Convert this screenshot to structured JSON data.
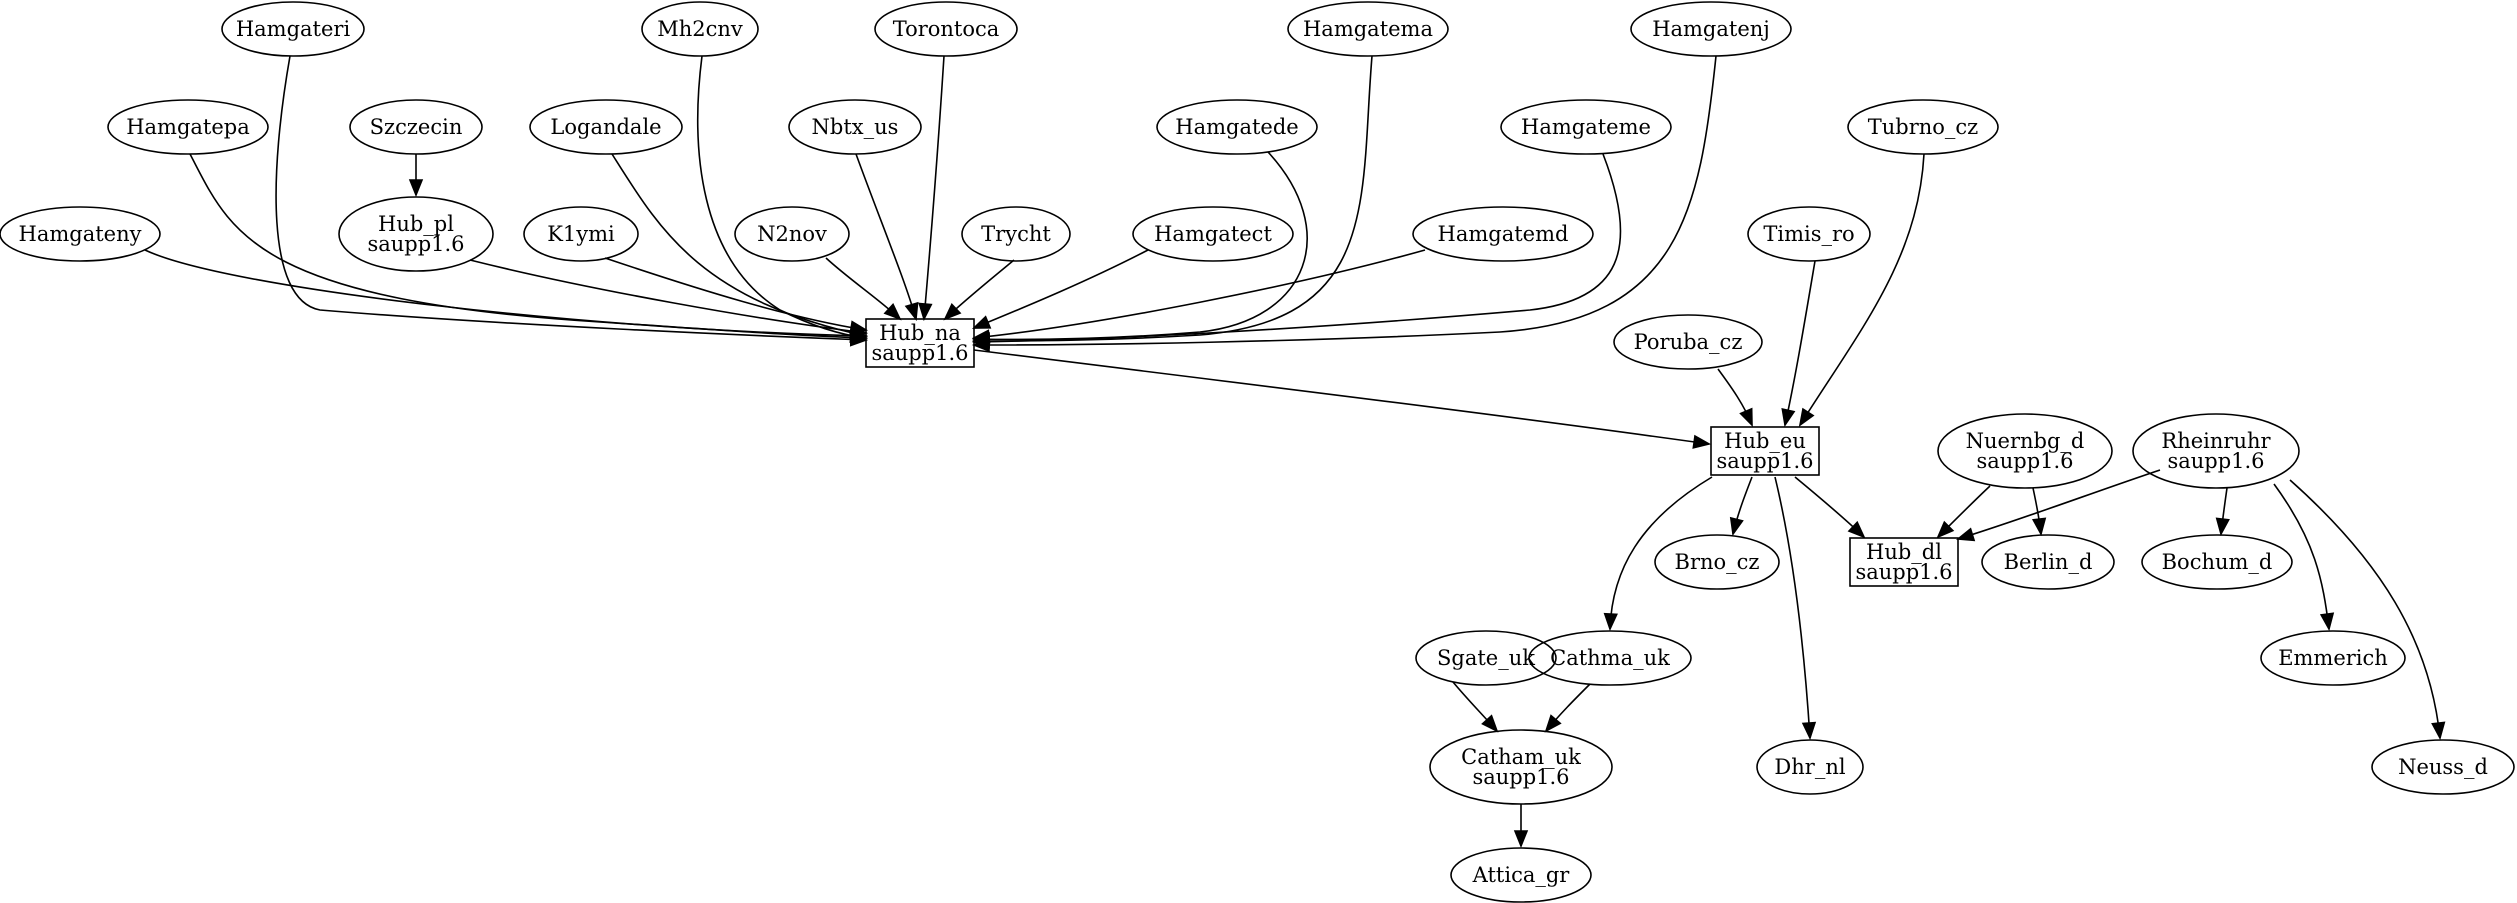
{
  "nodes": [
    {
      "id": "hamgateri",
      "shape": "ellipse",
      "lines": [
        "Hamgateri"
      ]
    },
    {
      "id": "mh2cnv",
      "shape": "ellipse",
      "lines": [
        "Mh2cnv"
      ]
    },
    {
      "id": "torontoca",
      "shape": "ellipse",
      "lines": [
        "Torontoca"
      ]
    },
    {
      "id": "hamgatema",
      "shape": "ellipse",
      "lines": [
        "Hamgatema"
      ]
    },
    {
      "id": "hamgatenj",
      "shape": "ellipse",
      "lines": [
        "Hamgatenj"
      ]
    },
    {
      "id": "hamgatepa",
      "shape": "ellipse",
      "lines": [
        "Hamgatepa"
      ]
    },
    {
      "id": "szczecin",
      "shape": "ellipse",
      "lines": [
        "Szczecin"
      ]
    },
    {
      "id": "logandale",
      "shape": "ellipse",
      "lines": [
        "Logandale"
      ]
    },
    {
      "id": "nbtx_us",
      "shape": "ellipse",
      "lines": [
        "Nbtx_us"
      ]
    },
    {
      "id": "hamgatede",
      "shape": "ellipse",
      "lines": [
        "Hamgatede"
      ]
    },
    {
      "id": "hamgateme",
      "shape": "ellipse",
      "lines": [
        "Hamgateme"
      ]
    },
    {
      "id": "tubrno_cz",
      "shape": "ellipse",
      "lines": [
        "Tubrno_cz"
      ]
    },
    {
      "id": "hamgateny",
      "shape": "ellipse",
      "lines": [
        "Hamgateny"
      ]
    },
    {
      "id": "hub_pl",
      "shape": "ellipse",
      "lines": [
        "Hub_pl",
        "saupp1.6"
      ]
    },
    {
      "id": "k1ymi",
      "shape": "ellipse",
      "lines": [
        "K1ymi"
      ]
    },
    {
      "id": "n2nov",
      "shape": "ellipse",
      "lines": [
        "N2nov"
      ]
    },
    {
      "id": "trycht",
      "shape": "ellipse",
      "lines": [
        "Trycht"
      ]
    },
    {
      "id": "hamgatect",
      "shape": "ellipse",
      "lines": [
        "Hamgatect"
      ]
    },
    {
      "id": "hamgatemd",
      "shape": "ellipse",
      "lines": [
        "Hamgatemd"
      ]
    },
    {
      "id": "timis_ro",
      "shape": "ellipse",
      "lines": [
        "Timis_ro"
      ]
    },
    {
      "id": "hub_na",
      "shape": "box",
      "lines": [
        "Hub_na",
        "saupp1.6"
      ]
    },
    {
      "id": "poruba_cz",
      "shape": "ellipse",
      "lines": [
        "Poruba_cz"
      ]
    },
    {
      "id": "hub_eu",
      "shape": "box",
      "lines": [
        "Hub_eu",
        "saupp1.6"
      ]
    },
    {
      "id": "nuernbg_d",
      "shape": "ellipse",
      "lines": [
        "Nuernbg_d",
        "saupp1.6"
      ]
    },
    {
      "id": "rheinruhr",
      "shape": "ellipse",
      "lines": [
        "Rheinruhr",
        "saupp1.6"
      ]
    },
    {
      "id": "brno_cz",
      "shape": "ellipse",
      "lines": [
        "Brno_cz"
      ]
    },
    {
      "id": "hub_dl",
      "shape": "box",
      "lines": [
        "Hub_dl",
        "saupp1.6"
      ]
    },
    {
      "id": "berlin_d",
      "shape": "ellipse",
      "lines": [
        "Berlin_d"
      ]
    },
    {
      "id": "bochum_d",
      "shape": "ellipse",
      "lines": [
        "Bochum_d"
      ]
    },
    {
      "id": "sgate_uk",
      "shape": "ellipse",
      "lines": [
        "Sgate_uk"
      ]
    },
    {
      "id": "cathma_uk",
      "shape": "ellipse",
      "lines": [
        "Cathma_uk"
      ]
    },
    {
      "id": "emmerich",
      "shape": "ellipse",
      "lines": [
        "Emmerich"
      ]
    },
    {
      "id": "catham_uk",
      "shape": "ellipse",
      "lines": [
        "Catham_uk",
        "saupp1.6"
      ]
    },
    {
      "id": "dhr_nl",
      "shape": "ellipse",
      "lines": [
        "Dhr_nl"
      ]
    },
    {
      "id": "neuss_d",
      "shape": "ellipse",
      "lines": [
        "Neuss_d"
      ]
    },
    {
      "id": "attica_gr",
      "shape": "ellipse",
      "lines": [
        "Attica_gr"
      ]
    }
  ],
  "edges": [
    {
      "from": "hamgateny",
      "to": "hub_na"
    },
    {
      "from": "hamgatepa",
      "to": "hub_na"
    },
    {
      "from": "hamgateri",
      "to": "hub_na"
    },
    {
      "from": "hub_pl",
      "to": "hub_na"
    },
    {
      "from": "k1ymi",
      "to": "hub_na"
    },
    {
      "from": "logandale",
      "to": "hub_na"
    },
    {
      "from": "mh2cnv",
      "to": "hub_na"
    },
    {
      "from": "n2nov",
      "to": "hub_na"
    },
    {
      "from": "nbtx_us",
      "to": "hub_na"
    },
    {
      "from": "torontoca",
      "to": "hub_na"
    },
    {
      "from": "trycht",
      "to": "hub_na"
    },
    {
      "from": "hamgatect",
      "to": "hub_na"
    },
    {
      "from": "hamgatede",
      "to": "hub_na"
    },
    {
      "from": "hamgatema",
      "to": "hub_na"
    },
    {
      "from": "hamgatemd",
      "to": "hub_na"
    },
    {
      "from": "hamgateme",
      "to": "hub_na"
    },
    {
      "from": "hamgatenj",
      "to": "hub_na"
    },
    {
      "from": "szczecin",
      "to": "hub_pl"
    },
    {
      "from": "hub_na",
      "to": "hub_eu"
    },
    {
      "from": "poruba_cz",
      "to": "hub_eu"
    },
    {
      "from": "timis_ro",
      "to": "hub_eu"
    },
    {
      "from": "tubrno_cz",
      "to": "hub_eu"
    },
    {
      "from": "hub_eu",
      "to": "brno_cz"
    },
    {
      "from": "hub_eu",
      "to": "hub_dl"
    },
    {
      "from": "hub_eu",
      "to": "cathma_uk"
    },
    {
      "from": "hub_eu",
      "to": "dhr_nl"
    },
    {
      "from": "nuernbg_d",
      "to": "hub_dl"
    },
    {
      "from": "nuernbg_d",
      "to": "berlin_d"
    },
    {
      "from": "rheinruhr",
      "to": "hub_dl"
    },
    {
      "from": "rheinruhr",
      "to": "bochum_d"
    },
    {
      "from": "rheinruhr",
      "to": "emmerich"
    },
    {
      "from": "rheinruhr",
      "to": "neuss_d"
    },
    {
      "from": "sgate_uk",
      "to": "catham_uk"
    },
    {
      "from": "cathma_uk",
      "to": "catham_uk"
    },
    {
      "from": "catham_uk",
      "to": "attica_gr"
    }
  ]
}
